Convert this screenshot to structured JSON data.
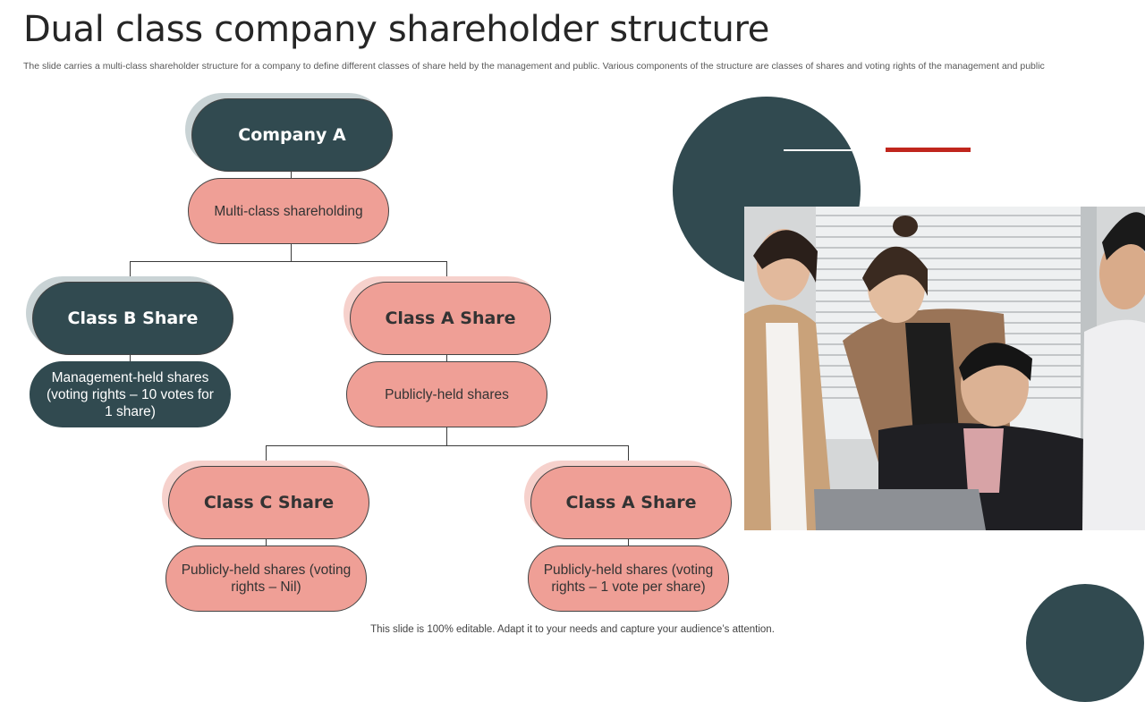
{
  "slide": {
    "title": "Dual class company shareholder structure",
    "description": "The slide carries a multi-class shareholder structure for a company to define different classes of share held by the management and public. Various components of the structure are classes of shares and voting rights of the management and public",
    "footer": "This slide is 100% editable. Adapt it to your needs and capture your audience’s attention."
  },
  "diagram": {
    "root": {
      "label": "Company A",
      "sub": "Multi-class shareholding"
    },
    "class_b": {
      "label": "Class B Share",
      "sub": "Management-held shares (voting rights – 10 votes for 1 share)"
    },
    "class_a": {
      "label": "Class A Share",
      "sub": "Publicly-held shares"
    },
    "class_c": {
      "label": "Class C Share",
      "sub": "Publicly-held shares (voting rights – Nil)"
    },
    "class_a2": {
      "label": "Class A Share",
      "sub": "Publicly-held shares (voting rights – 1 vote per share)"
    }
  },
  "colors": {
    "dark_teal": "#314a50",
    "salmon": "#ef9f96",
    "accent_red": "#c0261d"
  },
  "photo": {
    "icon": "office-team-photo"
  }
}
